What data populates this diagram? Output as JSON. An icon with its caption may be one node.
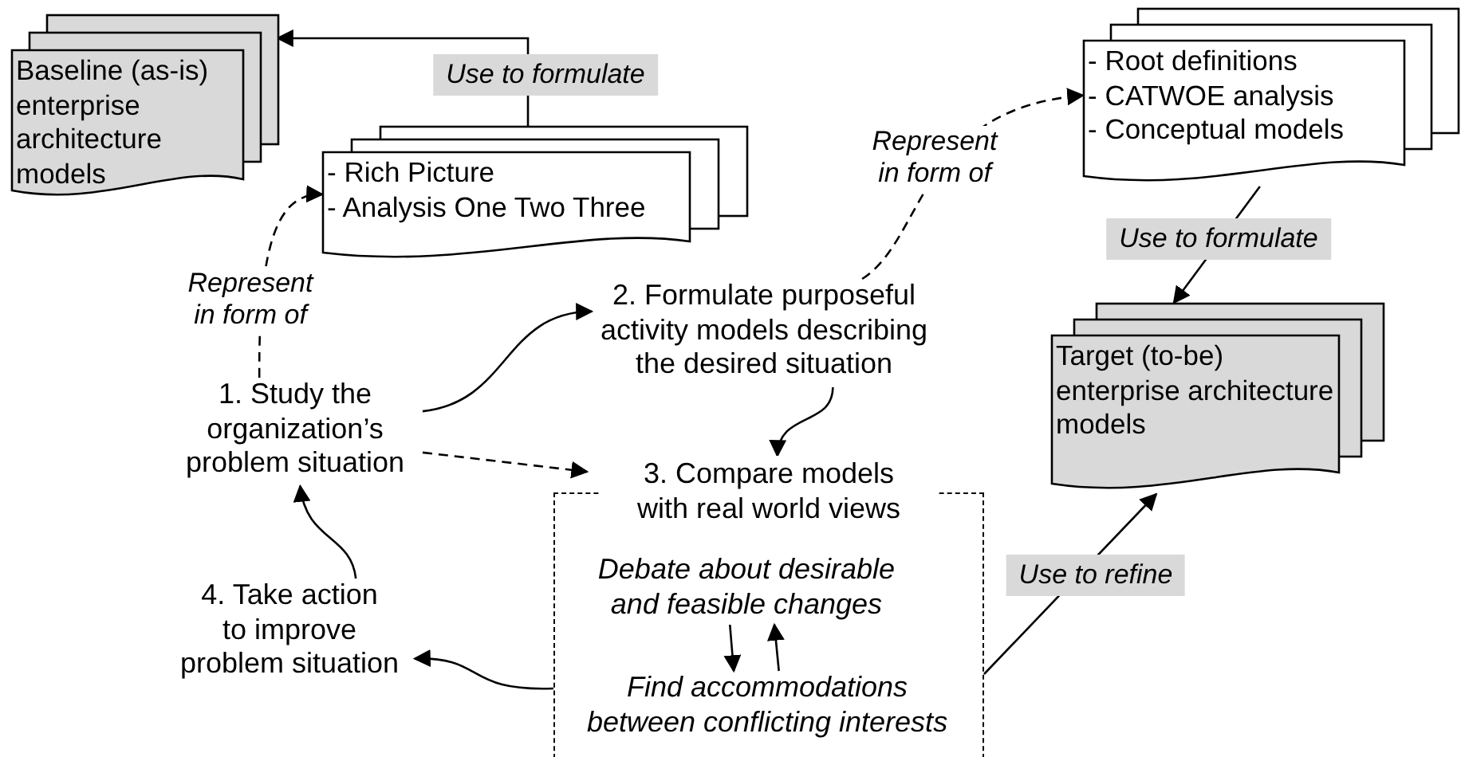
{
  "diagram": {
    "nodes": [
      {
        "text": [
          "Baseline (as-is) enterprise architecture models"
        ]
      },
      {
        "text": [
          "- Rich Picture",
          "- Analysis One Two Three"
        ]
      },
      {
        "text": [
          "- Root definitions",
          "- CATWOE analysis",
          "- Conceptual models"
        ]
      },
      {
        "text": [
          "Target (to-be) enterprise architecture models"
        ]
      },
      {
        "text": [
          "1. Study the organization’s problem situation"
        ]
      },
      {
        "text": [
          "2. Formulate purposeful activity models describing the desired situation"
        ]
      },
      {
        "text": [
          "3. Compare models with real world views"
        ]
      },
      {
        "text": [
          "Debate about desirable and feasible changes"
        ],
        "in": 6
      },
      {
        "text": [
          "Find accommodations between conflicting interests"
        ],
        "in": 6
      },
      {
        "text": [
          "4. Take action to improve problem situation"
        ]
      }
    ],
    "edges": [
      {
        "from": 1,
        "to": 0,
        "arrow": "to",
        "label": "Use to formulate"
      },
      {
        "from": 4,
        "to": 1,
        "arrow": "to",
        "label": "Represent in form of",
        "style": "dashed"
      },
      {
        "from": 4,
        "to": 5,
        "arrow": "to"
      },
      {
        "from": 5,
        "to": 2,
        "arrow": "to",
        "label": "Represent in form of",
        "style": "dashed"
      },
      {
        "from": 2,
        "to": 3,
        "arrow": "to",
        "label": "Use to formulate"
      },
      {
        "from": 5,
        "to": 6,
        "arrow": "to"
      },
      {
        "from": 4,
        "to": 6,
        "arrow": "to",
        "style": "dashed"
      },
      {
        "from": 6,
        "to": 3,
        "arrow": "to",
        "label": "Use to refine"
      },
      {
        "from": 6,
        "to": 9,
        "arrow": "to"
      },
      {
        "from": 9,
        "to": 4,
        "arrow": "to"
      },
      {
        "from": 7,
        "to": 8,
        "arrow": "to"
      },
      {
        "from": 8,
        "to": 7,
        "arrow": "to"
      }
    ]
  }
}
